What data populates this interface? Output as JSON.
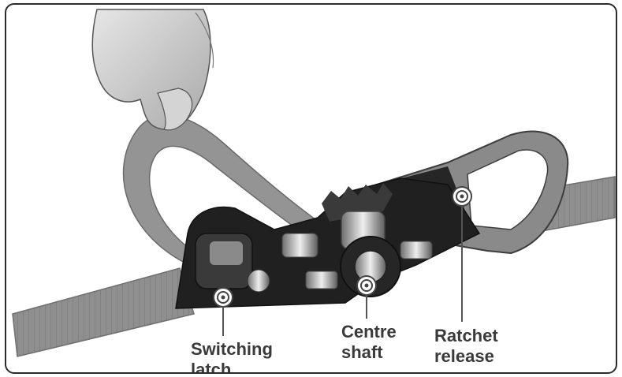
{
  "figure": {
    "subject": "ratchet strap",
    "callouts": [
      {
        "id": "switching-latch",
        "text": "Switching\nlatch"
      },
      {
        "id": "centre-shaft",
        "text": "Centre\nshaft"
      },
      {
        "id": "ratchet-release",
        "text": "Ratchet\nrelease"
      }
    ]
  },
  "colors": {
    "frame": "#2b2b2b",
    "strap": "#8c8c8c",
    "metal_dark": "#1f1f1f",
    "chrome": "#c9c9c9",
    "handle": "#8a8a8a",
    "label": "#3a3a3a"
  }
}
